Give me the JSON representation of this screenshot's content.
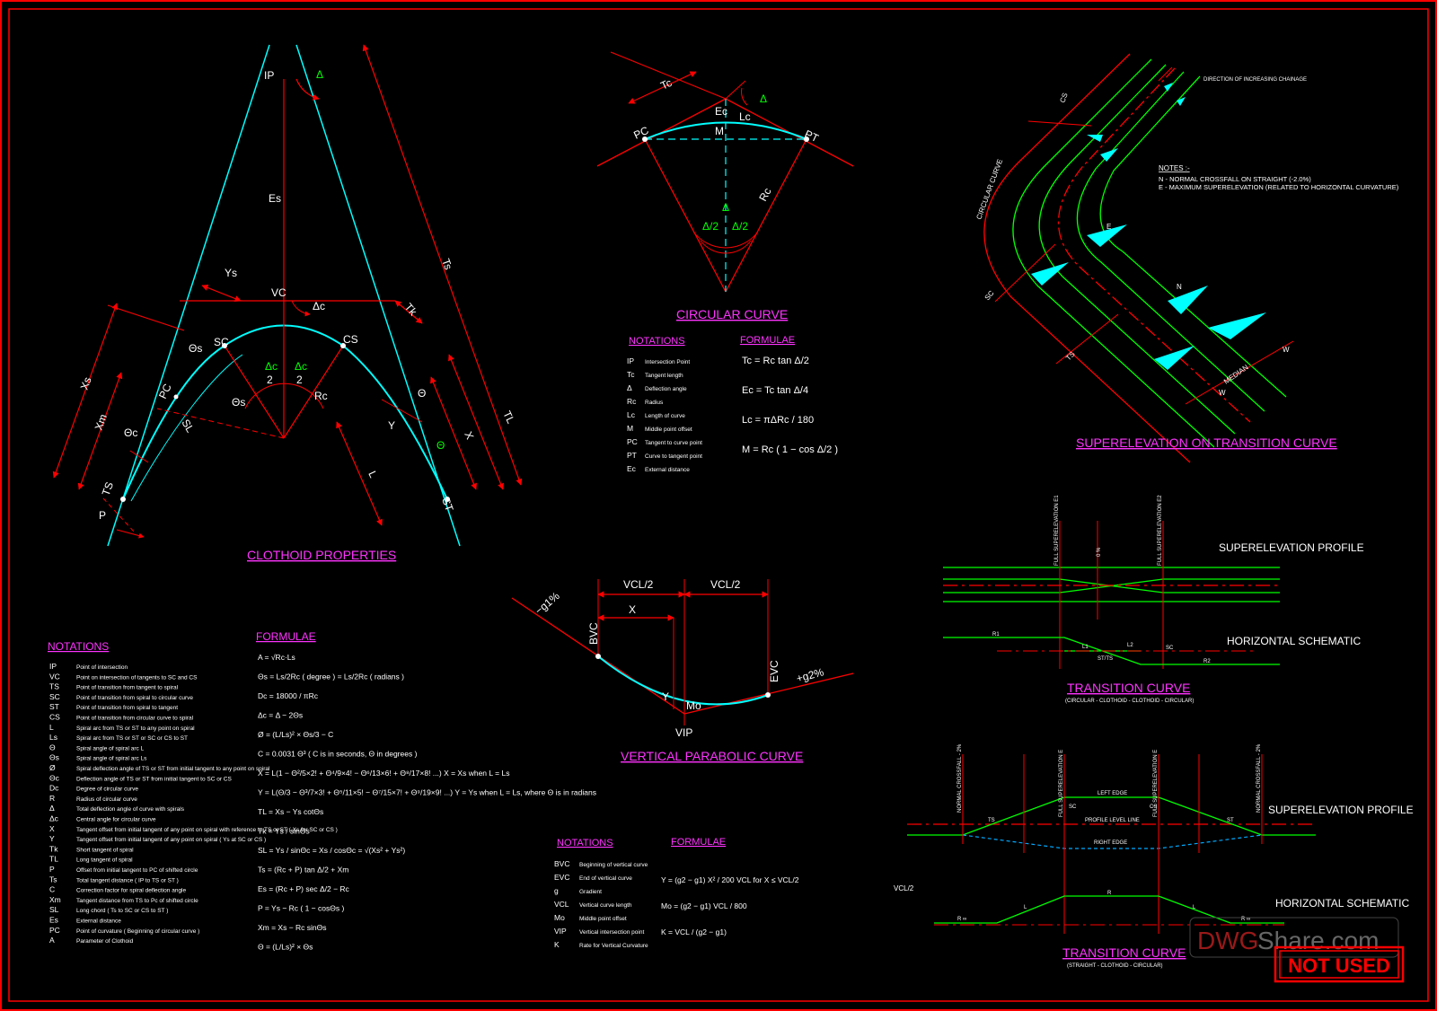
{
  "colors": {
    "bg": "#000000",
    "red": "#ff0000",
    "cyan": "#00ffff",
    "white": "#ffffff",
    "magenta": "#ff33ff",
    "green": "#00ff00",
    "grey": "#999999"
  },
  "clothoid": {
    "title": "CLOTHOID PROPERTIES",
    "labels": {
      "ip": "IP",
      "delta": "Δ",
      "es": "Es",
      "ts_dim": "Ts",
      "vc": "VC",
      "delta_c": "Δc",
      "ys": "Ys",
      "tk": "Tk",
      "sc": "SC",
      "cs": "CS",
      "theta_s": "Θs",
      "theta_s2": "Θs",
      "rc": "Rc",
      "half1": "Δc",
      "half2": "Δc",
      "two1": "2",
      "two2": "2",
      "xs": "Xs",
      "xm": "Xm",
      "theta_c": "Θc",
      "ts": "TS",
      "st": "ST",
      "p": "P",
      "pc": "PC",
      "l": "L",
      "x": "X",
      "y": "Y",
      "tl": "TL",
      "theta": "Θ",
      "theta2": "Θ",
      "sl": "SL"
    },
    "notations_title": "NOTATIONS",
    "notations": [
      {
        "sym": "IP",
        "desc": "Point of intersection"
      },
      {
        "sym": "VC",
        "desc": "Point on intersection of tangents to SC and CS"
      },
      {
        "sym": "TS",
        "desc": "Point of transition from tangent to spiral"
      },
      {
        "sym": "SC",
        "desc": "Point of transition from spiral to circular curve"
      },
      {
        "sym": "ST",
        "desc": "Point of transition from spiral to tangent"
      },
      {
        "sym": "CS",
        "desc": "Point of transition from circular curve to spiral"
      },
      {
        "sym": "L",
        "desc": "Spiral arc from TS or ST to any point on spiral"
      },
      {
        "sym": "Ls",
        "desc": "Spiral arc from TS or ST or SC or CS to ST"
      },
      {
        "sym": "Θ",
        "desc": "Spiral angle of spiral arc L"
      },
      {
        "sym": "Θs",
        "desc": "Spiral angle of spiral arc Ls"
      },
      {
        "sym": "Ø",
        "desc": "Spiral deflection angle of TS or ST from initial tangent to any point on spiral"
      },
      {
        "sym": "Θc",
        "desc": "Deflection angle of TS or ST from initial tangent to SC or CS"
      },
      {
        "sym": "Dc",
        "desc": "Degree of circular curve"
      },
      {
        "sym": "R",
        "desc": "Radius of circular curve"
      },
      {
        "sym": "Δ",
        "desc": "Total deflection angle of curve with spirals"
      },
      {
        "sym": "Δc",
        "desc": "Central angle for circular curve"
      },
      {
        "sym": "X",
        "desc": "Tangent offset from initial tangent of any point on spiral with reference to TS or ST ( Xs for SC or CS )"
      },
      {
        "sym": "Y",
        "desc": "Tangent offset from initial tangent of any point on spiral ( Ys at SC or CS )"
      },
      {
        "sym": "Tk",
        "desc": "Short tangent of spiral"
      },
      {
        "sym": "TL",
        "desc": "Long tangent of spiral"
      },
      {
        "sym": "P",
        "desc": "Offset from initial tangent to PC of shifted circle"
      },
      {
        "sym": "Ts",
        "desc": "Total tangent distance ( IP to TS or ST )"
      },
      {
        "sym": "C",
        "desc": "Correction factor for spiral deflection angle"
      },
      {
        "sym": "Xm",
        "desc": "Tangent distance from TS to Pc of shifted circle"
      },
      {
        "sym": "SL",
        "desc": "Long chord ( Ts to SC or CS to ST )"
      },
      {
        "sym": "Es",
        "desc": "External distance"
      },
      {
        "sym": "PC",
        "desc": "Point of curvature ( Beginning of circular curve )"
      },
      {
        "sym": "A",
        "desc": "Parameter of Clothoid"
      }
    ],
    "formulae_title": "FORMULAE",
    "formulae": [
      "A = √Rc·Ls",
      "Θs = Ls/2Rc ( degree ) = Ls/2Rc ( radians )",
      "Dc = 18000 / πRc",
      "Δc = Δ − 2Θs",
      "Ø = (L/Ls)² × Θs/3 − C",
      "C = 0.0031 Θ³ ( C is in seconds, Θ in degrees )",
      "X = L(1 − Θ²/5×2! + Θ⁴/9×4! − Θ⁶/13×6! + Θ⁸/17×8! ...)   X = Xs when L = Ls",
      "Y = L(Θ/3 − Θ³/7×3! + Θ⁵/11×5! − Θ⁷/15×7! + Θ⁹/19×9! ...)   Y = Ys when L = Ls, where Θ is in radians",
      "TL = Xs − Ys cotΘs",
      "Tk = Ys / sinΘs",
      "SL = Ys / sinΘc = Xs / cosΘc = √(Xs² + Ys²)",
      "Ts = (Rc + P) tan Δ/2 + Xm",
      "Es = (Rc + P) sec Δ/2 − Rc",
      "P = Ys − Rc ( 1 − cosΘs )",
      "Xm = Xs − Rc sinΘs",
      "Θ = (L/Ls)² × Θs"
    ]
  },
  "circular": {
    "title": "CIRCULAR CURVE",
    "labels": {
      "tc": "Tc",
      "ec": "Ec",
      "lc": "Lc",
      "delta": "Δ",
      "pc": "PC",
      "m": "M",
      "pt": "PT",
      "rc": "Rc",
      "d2a": "Δ/2",
      "d2b": "Δ/2",
      "delta2": "Δ"
    },
    "notations_title": "NOTATIONS",
    "notations": [
      {
        "sym": "IP",
        "desc": "Intersection Point"
      },
      {
        "sym": "Tc",
        "desc": "Tangent length"
      },
      {
        "sym": "Δ",
        "desc": "Deflection angle"
      },
      {
        "sym": "Rc",
        "desc": "Radius"
      },
      {
        "sym": "Lc",
        "desc": "Length of curve"
      },
      {
        "sym": "M",
        "desc": "Middle point offset"
      },
      {
        "sym": "PC",
        "desc": "Tangent to curve point"
      },
      {
        "sym": "PT",
        "desc": "Curve to tangent point"
      },
      {
        "sym": "Ec",
        "desc": "External distance"
      }
    ],
    "formulae_title": "FORMULAE",
    "formulae": [
      "Tc = Rc tan Δ/2",
      "Ec = Tc tan Δ/4",
      "Lc = πΔRc / 180",
      "M = Rc ( 1 − cos Δ/2 )"
    ]
  },
  "vertical": {
    "title": "VERTICAL PARABOLIC CURVE",
    "labels": {
      "vcl1": "VCL/2",
      "vcl2": "VCL/2",
      "x": "X",
      "g1": "−g1%",
      "g2": "+g2%",
      "bvc": "BVC",
      "evc": "EVC",
      "y": "Y",
      "mo": "Mo",
      "vip": "VIP"
    },
    "notations_title": "NOTATIONS",
    "notations": [
      {
        "sym": "BVC",
        "desc": "Beginning of vertical curve"
      },
      {
        "sym": "EVC",
        "desc": "End of vertical curve"
      },
      {
        "sym": "g",
        "desc": "Gradient"
      },
      {
        "sym": "VCL",
        "desc": "Vertical curve length"
      },
      {
        "sym": "Mo",
        "desc": "Middle point offset"
      },
      {
        "sym": "VIP",
        "desc": "Vertical intersection point"
      },
      {
        "sym": "K",
        "desc": "Rate for Vertical Curvature"
      }
    ],
    "formulae_title": "FORMULAE",
    "formulae": [
      "Y = (g2 − g1) X² / 200 VCL   for X ≤ VCL/2",
      "Mo = (g2 − g1) VCL / 800",
      "K = VCL / (g2 − g1)"
    ]
  },
  "superelevation": {
    "title": "SUPERELEVATION ON TRANSITION CURVE",
    "direction_note": "DIRECTION OF INCREASING CHAINAGE",
    "notes_title": "NOTES :-",
    "notes": [
      "N - NORMAL CROSSFALL ON STRAIGHT (-2.0%)",
      "E - MAXIMUM SUPERELEVATION (RELATED TO HORIZONTAL CURVATURE)"
    ],
    "labels": {
      "circular_curve": "CIRCULAR CURVE",
      "cs": "CS",
      "sc": "SC",
      "ts": "TS",
      "median": "MEDIAN",
      "w1": "W",
      "w2": "W",
      "n": "N",
      "e": "E"
    }
  },
  "transition1": {
    "title": "TRANSITION CURVE",
    "subtitle": "(CIRCULAR - CLOTHOID - CLOTHOID - CIRCULAR)",
    "profile_label": "SUPERELEVATION PROFILE",
    "schematic_label": "HORIZONTAL SCHEMATIC",
    "labels": {
      "full_left": "FULL SUPERELEVATION E1",
      "zero": "0 %",
      "full_right": "FULL SUPERELEVATION E2",
      "r1": "R1",
      "l1": "L1",
      "stts": "ST/TS",
      "l2": "L2",
      "sc": "SC",
      "r2": "R2"
    }
  },
  "transition2": {
    "title": "TRANSITION CURVE",
    "subtitle": "(STRAIGHT - CLOTHOID - CIRCULAR)",
    "profile_label": "SUPERELEVATION PROFILE",
    "schematic_label": "HORIZONTAL SCHEMATIC",
    "vcl_label": "VCL/2",
    "labels": {
      "normal1": "NORMAL CROSSFALL - 2%",
      "full1": "FULL SUPERELEVATION E",
      "full2": "FULL SUPERELEVATION E",
      "normal2": "NORMAL CROSSFALL - 2%",
      "left_edge": "LEFT EDGE",
      "profile_level": "PROFILE LEVEL LINE",
      "right_edge": "RIGHT EDGE",
      "ts": "TS",
      "sc": "SC",
      "cs": "CS",
      "st": "ST",
      "r": "R",
      "l1": "L",
      "l2": "L",
      "inf1": "R ∞",
      "inf2": "R ∞"
    }
  },
  "stamp": {
    "watermark_a": "DWG",
    "watermark_b": "Share.com",
    "not_used": "NOT USED"
  }
}
